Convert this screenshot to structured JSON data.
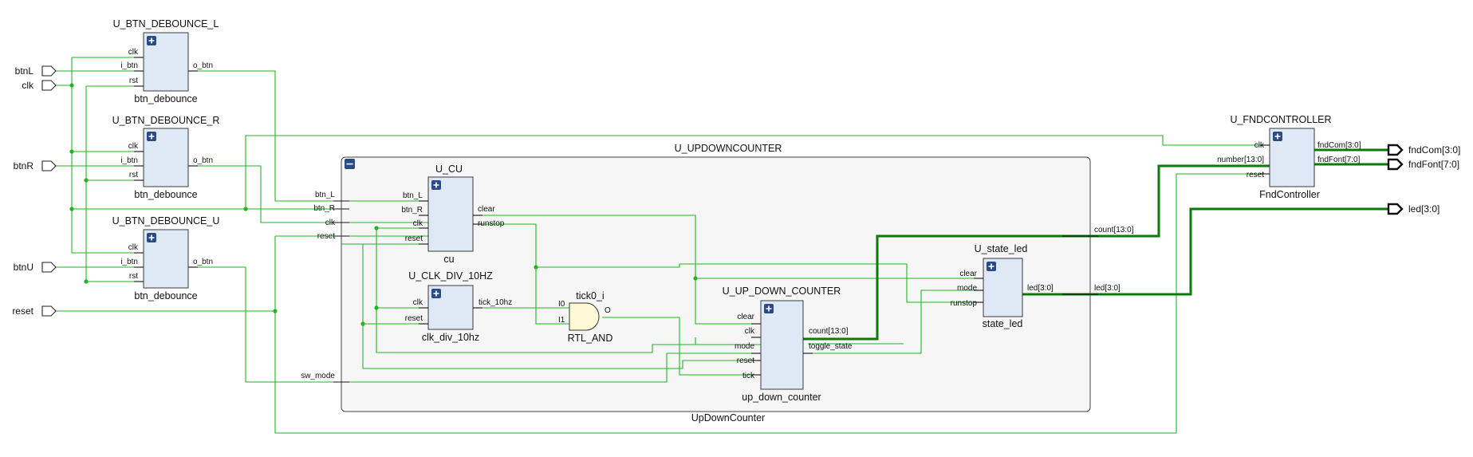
{
  "ports": {
    "inputs": [
      "btnL",
      "clk",
      "btnR",
      "btnU",
      "reset"
    ],
    "outputs": [
      "fndCom[3:0]",
      "fndFont[7:0]",
      "led[3:0]"
    ]
  },
  "debounce": {
    "instances": [
      "U_BTN_DEBOUNCE_L",
      "U_BTN_DEBOUNCE_R",
      "U_BTN_DEBOUNCE_U"
    ],
    "module": "btn_debounce",
    "pins": {
      "clk": "clk",
      "i_btn": "i_btn",
      "rst": "rst",
      "o_btn": "o_btn"
    }
  },
  "fnd": {
    "instance": "U_FNDCONTROLLER",
    "module": "FndController",
    "pins": {
      "clk": "clk",
      "number": "number[13:0]",
      "reset": "reset",
      "fndCom": "fndCom[3:0]",
      "fndFont": "fndFont[7:0]"
    }
  },
  "updown": {
    "instance": "U_UPDOWNCOUNTER",
    "module": "UpDownCounter",
    "ports": {
      "btn_L": "btn_L",
      "btn_R": "btn_R",
      "clk": "clk",
      "reset": "reset",
      "sw_mode": "sw_mode",
      "count": "count[13:0]",
      "led": "led[3:0]"
    }
  },
  "cu": {
    "instance": "U_CU",
    "module": "cu",
    "pins": {
      "btn_L": "btn_L",
      "btn_R": "btn_R",
      "clk": "clk",
      "reset": "reset",
      "clear": "clear",
      "runstop": "runstop"
    }
  },
  "clkdiv": {
    "instance": "U_CLK_DIV_10HZ",
    "module": "clk_div_10hz",
    "pins": {
      "clk": "clk",
      "reset": "reset",
      "tick": "tick_10hz"
    }
  },
  "andgate": {
    "instance": "tick0_i",
    "module": "RTL_AND",
    "pins": {
      "i0": "I0",
      "i1": "I1",
      "o": "O"
    }
  },
  "counter": {
    "instance": "U_UP_DOWN_COUNTER",
    "module": "up_down_counter",
    "pins": {
      "clear": "clear",
      "clk": "clk",
      "mode": "mode",
      "reset": "reset",
      "tick": "tick",
      "count": "count[13:0]",
      "toggle": "toggle_state"
    }
  },
  "stateled": {
    "instance": "U_state_led",
    "module": "state_led",
    "pins": {
      "clear": "clear",
      "mode": "mode",
      "runstop": "runstop",
      "led": "led[3:0]"
    }
  },
  "colors": {
    "wire": "#22b422",
    "bus": "#0b7a0b",
    "cell": "#dfe8f5",
    "hier": "#f6f6f6"
  }
}
